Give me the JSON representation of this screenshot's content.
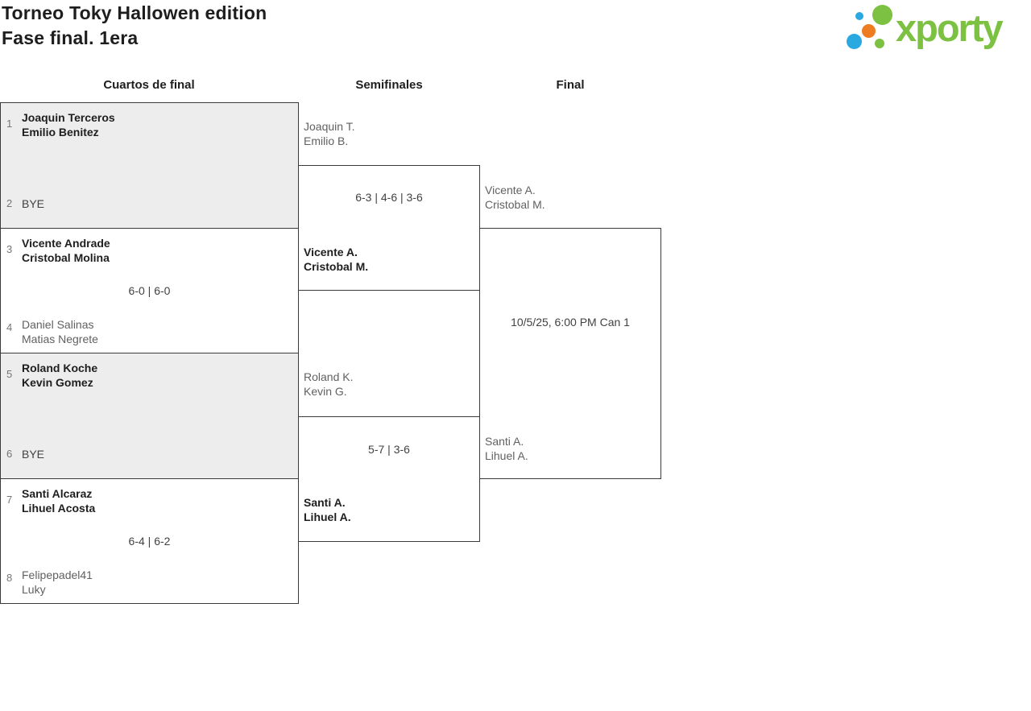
{
  "page": {
    "title_line1": "Torneo Toky Hallowen edition",
    "title_line2": "Fase final. 1era"
  },
  "logo": {
    "text": "xporty",
    "green": "#7CC142",
    "blue": "#29A9E0",
    "orange": "#EE7D22"
  },
  "round_headers": {
    "quarterfinals": "Cuartos de final",
    "semifinals": "Semifinales",
    "final": "Final"
  },
  "colors": {
    "winner_text": "#1e1e1e",
    "muted_text": "#616161",
    "score_text": "#424242",
    "seed_text": "#757575",
    "box_border": "#3a3a3a",
    "row_alt_background": "#ededed"
  },
  "quarterfinals": [
    {
      "seed1": "1",
      "team1_line1": "Joaquin Terceros",
      "team1_line2": "Emilio Benitez",
      "score": "",
      "seed2": "2",
      "team2_line1": "BYE",
      "team2_line2": ""
    },
    {
      "seed1": "3",
      "team1_line1": "Vicente Andrade",
      "team1_line2": "Cristobal Molina",
      "score": "6-0 | 6-0",
      "seed2": "4",
      "team2_line1": "Daniel Salinas",
      "team2_line2": "Matias Negrete"
    },
    {
      "seed1": "5",
      "team1_line1": "Roland Koche",
      "team1_line2": "Kevin Gomez",
      "score": "",
      "seed2": "6",
      "team2_line1": "BYE",
      "team2_line2": ""
    },
    {
      "seed1": "7",
      "team1_line1": "Santi Alcaraz",
      "team1_line2": "Lihuel Acosta",
      "score": "6-4 | 6-2",
      "seed2": "8",
      "team2_line1": "Felipepadel41",
      "team2_line2": "Luky"
    }
  ],
  "semifinals": [
    {
      "team1_line1": "Joaquin T.",
      "team1_line2": "Emilio B.",
      "score": "6-3 | 4-6 | 3-6",
      "team2_line1": "Vicente A.",
      "team2_line2": "Cristobal M."
    },
    {
      "team1_line1": "Roland K.",
      "team1_line2": "Kevin G.",
      "score": "5-7 | 3-6",
      "team2_line1": "Santi A.",
      "team2_line2": "Lihuel A."
    }
  ],
  "final": {
    "team1_line1": "Vicente A.",
    "team1_line2": "Cristobal M.",
    "schedule": "10/5/25, 6:00 PM Can 1",
    "team2_line1": "Santi A.",
    "team2_line2": "Lihuel A."
  }
}
